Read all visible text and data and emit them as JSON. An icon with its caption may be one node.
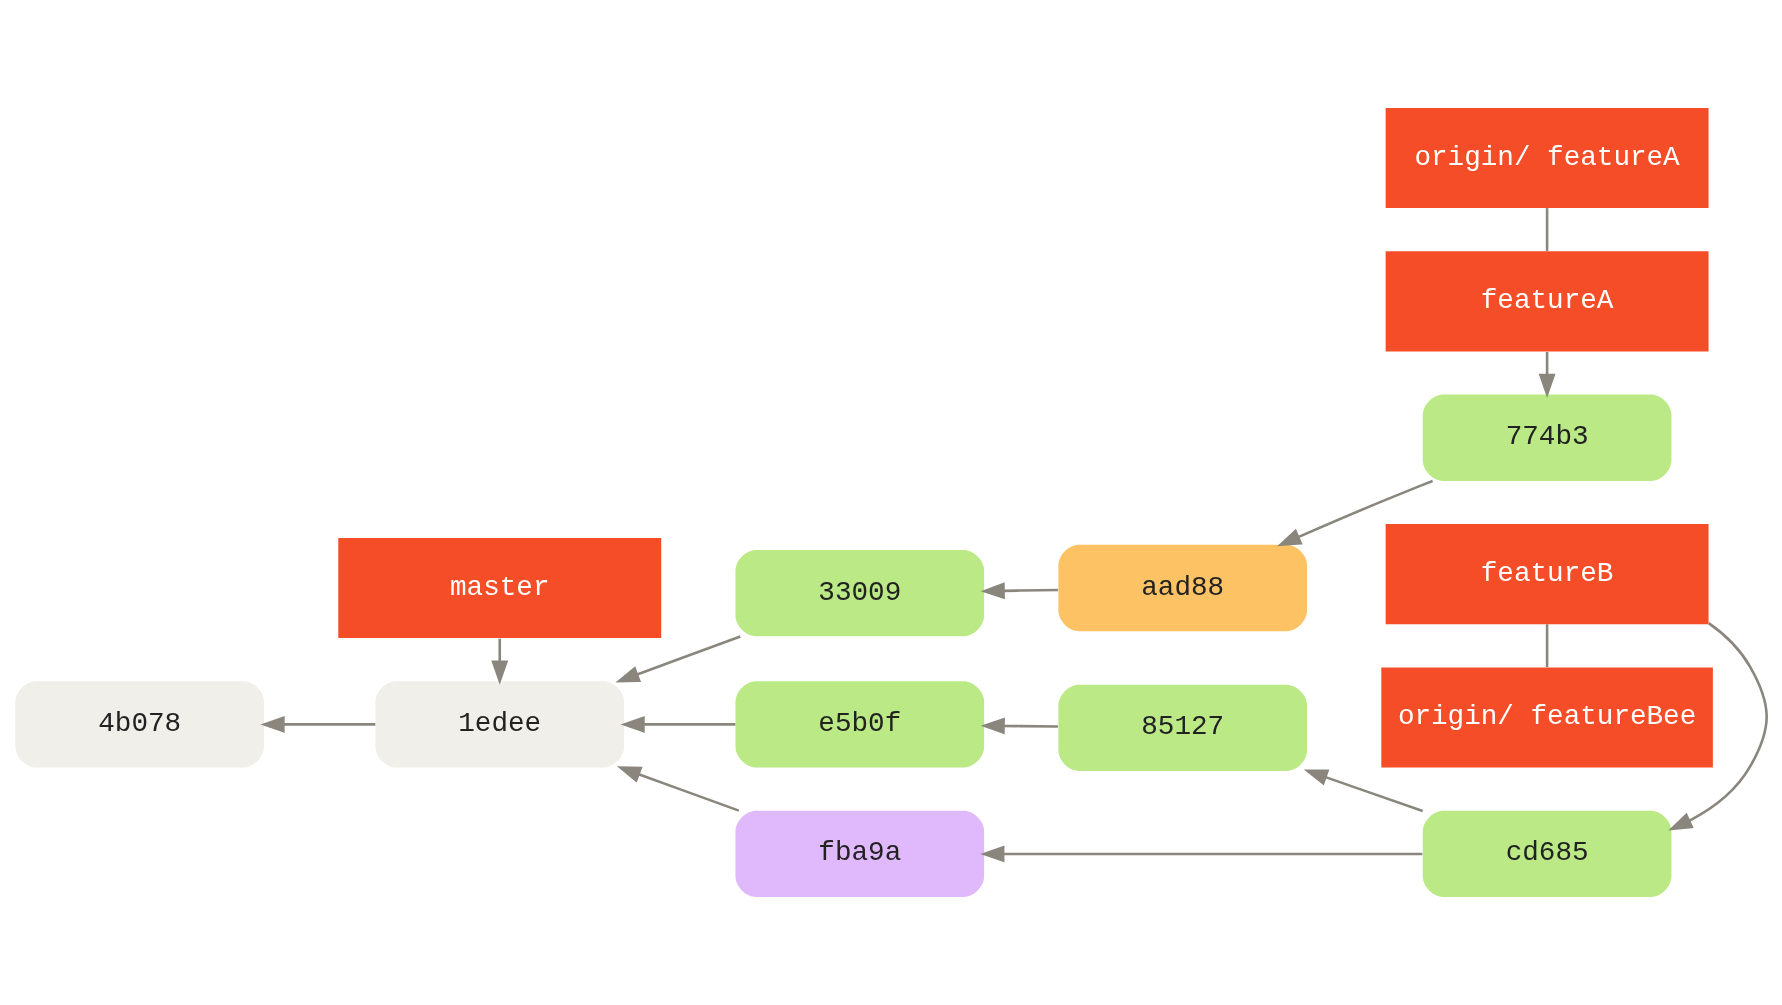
{
  "diagram": {
    "nodes": [
      {
        "text": [
          "origin/ featureA"
        ]
      },
      {
        "text": [
          "master"
        ]
      },
      {
        "text": [
          "featureA"
        ]
      },
      {
        "text": [
          "4b078"
        ]
      },
      {
        "text": [
          "1edee"
        ]
      },
      {
        "text": [
          "33009"
        ]
      },
      {
        "text": [
          "aad88"
        ]
      },
      {
        "text": [
          "774b3"
        ]
      },
      {
        "text": [
          "e5b0f"
        ]
      },
      {
        "text": [
          "85127"
        ]
      },
      {
        "text": [
          "cd685"
        ]
      },
      {
        "text": [
          "fba9a"
        ]
      },
      {
        "text": [
          "featureB"
        ]
      },
      {
        "text": [
          "origin/ featureBee"
        ]
      }
    ],
    "edges": [
      {
        "from": 1,
        "to": 4,
        "arrow": "to"
      },
      {
        "from": 0,
        "to": 2,
        "arrow": "none"
      },
      {
        "from": 2,
        "to": 7,
        "arrow": "to"
      },
      {
        "from": 4,
        "to": 3,
        "arrow": "to"
      },
      {
        "from": 5,
        "to": 4,
        "arrow": "to"
      },
      {
        "from": 6,
        "to": 5,
        "arrow": "to"
      },
      {
        "from": 7,
        "to": 6,
        "arrow": "to"
      },
      {
        "from": 8,
        "to": 4,
        "arrow": "to"
      },
      {
        "from": 9,
        "to": 8,
        "arrow": "to"
      },
      {
        "from": 10,
        "to": 9,
        "arrow": "to"
      },
      {
        "from": 10,
        "to": 11,
        "arrow": "to"
      },
      {
        "from": 11,
        "to": 4,
        "arrow": "to"
      },
      {
        "from": 12,
        "to": 10,
        "arrow": "to"
      },
      {
        "from": 12,
        "to": 13,
        "arrow": "none"
      }
    ]
  }
}
